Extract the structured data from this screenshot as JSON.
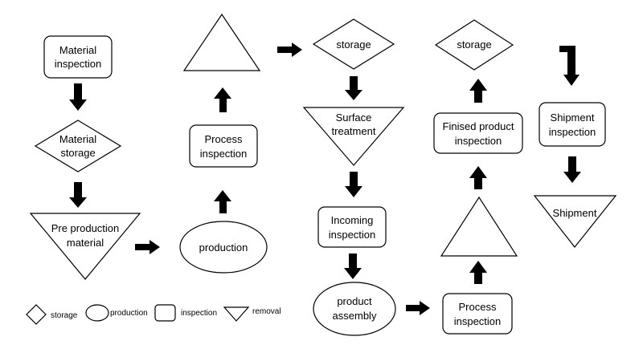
{
  "nodes": {
    "material_inspection": [
      "Material",
      "inspection"
    ],
    "material_storage": [
      "Material",
      "storage"
    ],
    "pre_production_material": [
      "Pre production",
      "material"
    ],
    "production": [
      "production"
    ],
    "process_inspection_1": [
      "Process",
      "inspection"
    ],
    "storage_1": [
      "storage"
    ],
    "surface_treatment": [
      "Surface",
      "treatment"
    ],
    "incoming_inspection": [
      "Incoming",
      "inspection"
    ],
    "product_assembly": [
      "product",
      "assembly"
    ],
    "process_inspection_2": [
      "Process",
      "inspection"
    ],
    "finished_product_inspection": [
      "Finised product",
      "inspection"
    ],
    "storage_2": [
      "storage"
    ],
    "shipment_inspection": [
      "Shipment",
      "inspection"
    ],
    "shipment": [
      "Shipment"
    ]
  },
  "legend": {
    "storage": "storage",
    "production": "production",
    "inspection": "inspection",
    "removal": "removal"
  }
}
